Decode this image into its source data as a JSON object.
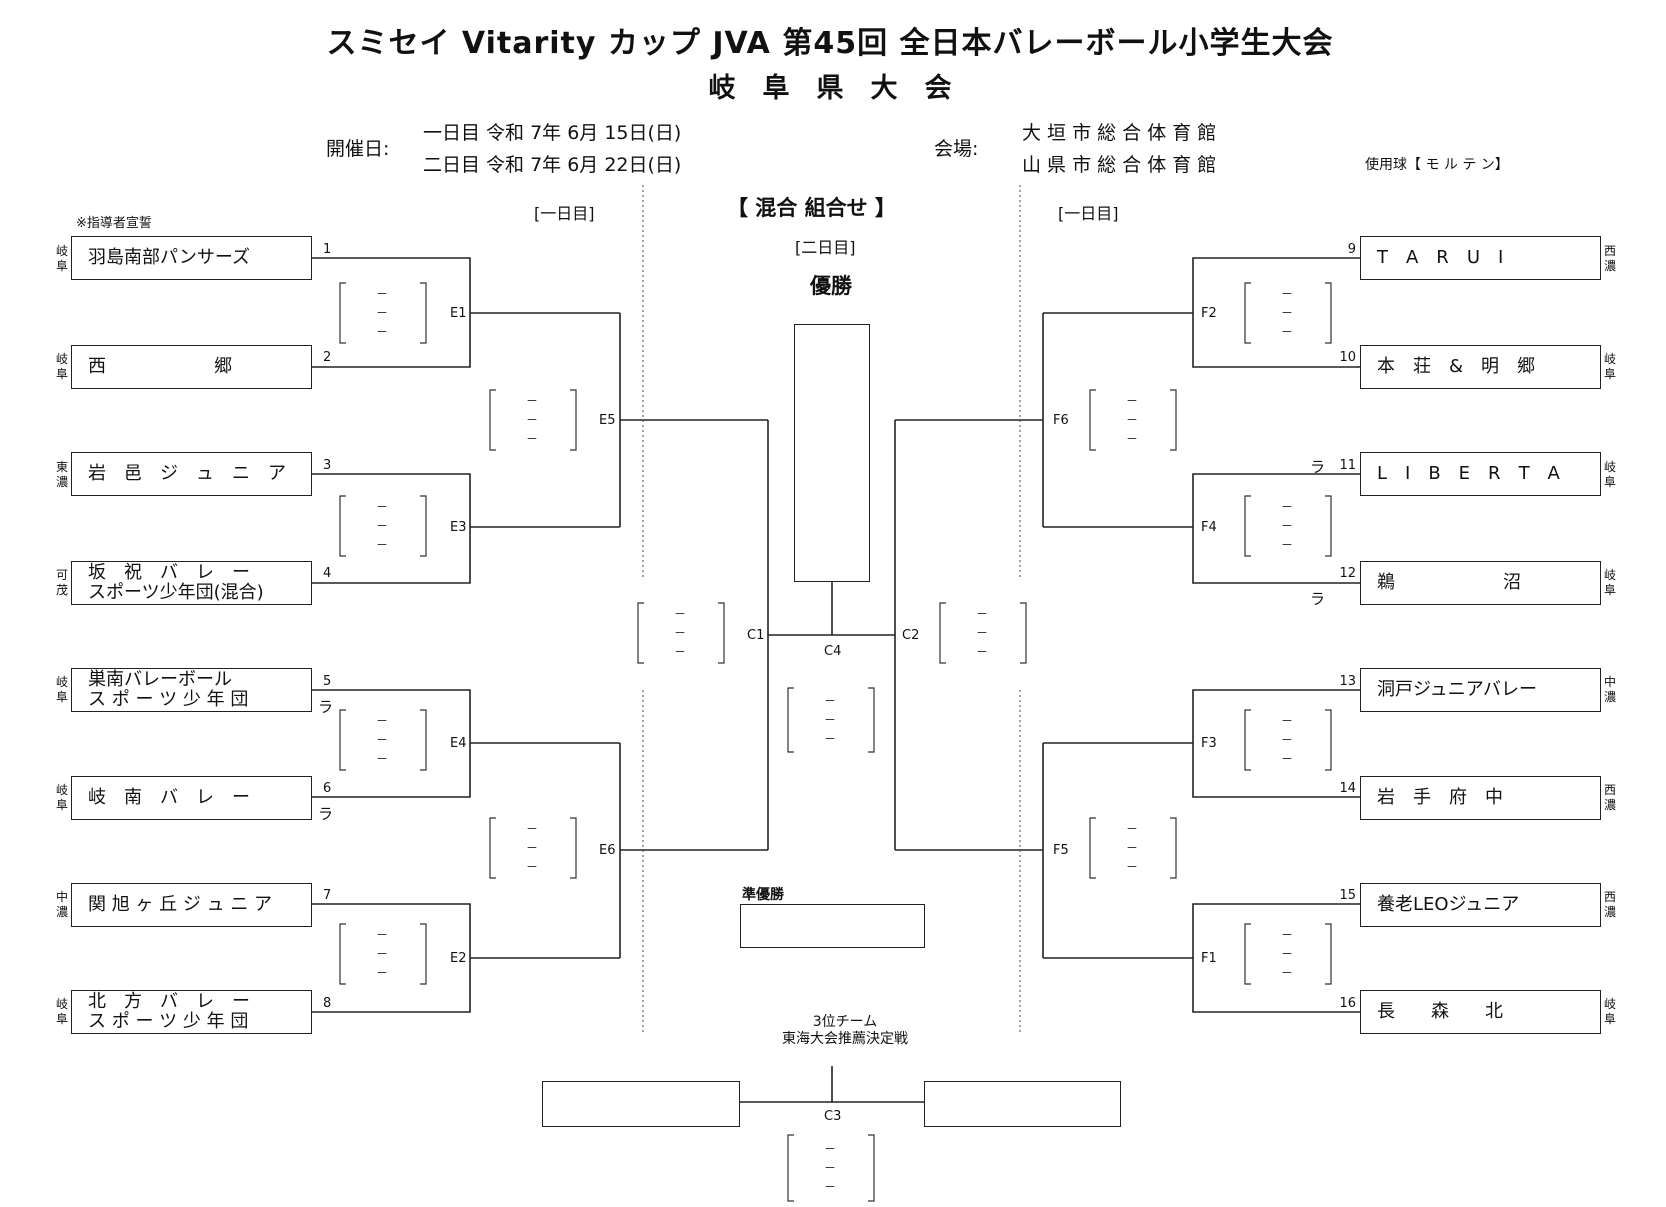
{
  "title": "スミセイ Vitarity カップ JVA 第45回  全日本バレーボール小学生大会",
  "subtitle": "岐　阜　県　大　会",
  "dates_label": "開催日:",
  "date_day1": "一日目 令和 7年 6月 15日(日)",
  "date_day2": "二日目 令和 7年 6月 22日(日)",
  "venue_label": "会場:",
  "venue_day1": "大 垣 市 総 合 体 育 館",
  "venue_day2": "山 県 市 総 合 体 育 館",
  "ball": "使用球【 モ ル テ ン】",
  "oath_note": "※指導者宣誓",
  "section_title": "【 混合 組合せ 】",
  "day1_left": "[一日目]",
  "day1_right": "[一日目]",
  "day2_center": "[二日目]",
  "champion_label": "優勝",
  "runner_up_label": "準優勝",
  "third_label_1": "3位チーム",
  "third_label_2": "東海大会推薦決定戦",
  "score_dash": "－",
  "lot_mark": "ラ",
  "left_teams": [
    {
      "num": "1",
      "pref": "岐阜",
      "line1": "羽島南部パンサーズ",
      "line2": ""
    },
    {
      "num": "2",
      "pref": "岐阜",
      "line1": "西　　　　　　郷",
      "line2": ""
    },
    {
      "num": "3",
      "pref": "東濃",
      "line1": "岩　邑　ジ　ュ　ニ　ア",
      "line2": ""
    },
    {
      "num": "4",
      "pref": "可茂",
      "line1": "坂　祝　バ　レ　ー",
      "line2": "スポーツ少年団(混合)"
    },
    {
      "num": "5",
      "pref": "岐阜",
      "line1": "巣南バレーボール",
      "line2": "ス ポ ー ツ 少 年 団"
    },
    {
      "num": "6",
      "pref": "岐阜",
      "line1": "岐　南　バ　レ　ー",
      "line2": ""
    },
    {
      "num": "7",
      "pref": "中濃",
      "line1": "関 旭 ヶ 丘 ジ ュ ニ ア",
      "line2": ""
    },
    {
      "num": "8",
      "pref": "岐阜",
      "line1": "北　方　バ　レ　ー",
      "line2": "ス ポ ー ツ 少 年 団"
    }
  ],
  "right_teams": [
    {
      "num": "9",
      "pref": "西濃",
      "line1": "T　A　R　U　I",
      "line2": ""
    },
    {
      "num": "10",
      "pref": "岐阜",
      "line1": "本　荘　&　明　郷",
      "line2": ""
    },
    {
      "num": "11",
      "pref": "岐阜",
      "line1": "L　I　B　E　R　T　A",
      "line2": ""
    },
    {
      "num": "12",
      "pref": "岐阜",
      "line1": "鵜　　　　　　沼",
      "line2": ""
    },
    {
      "num": "13",
      "pref": "中濃",
      "line1": "洞戸ジュニアバレー",
      "line2": ""
    },
    {
      "num": "14",
      "pref": "西濃",
      "line1": "岩　手　府　中",
      "line2": ""
    },
    {
      "num": "15",
      "pref": "西濃",
      "line1": "養老LEOジュニア",
      "line2": ""
    },
    {
      "num": "16",
      "pref": "岐阜",
      "line1": "長　　森　　北",
      "line2": ""
    }
  ],
  "match_labels": {
    "E1": "E1",
    "E2": "E2",
    "E3": "E3",
    "E4": "E4",
    "E5": "E5",
    "E6": "E6",
    "F1": "F1",
    "F2": "F2",
    "F3": "F3",
    "F4": "F4",
    "F5": "F5",
    "F6": "F6",
    "C1": "C1",
    "C2": "C2",
    "C3": "C3",
    "C4": "C4"
  }
}
